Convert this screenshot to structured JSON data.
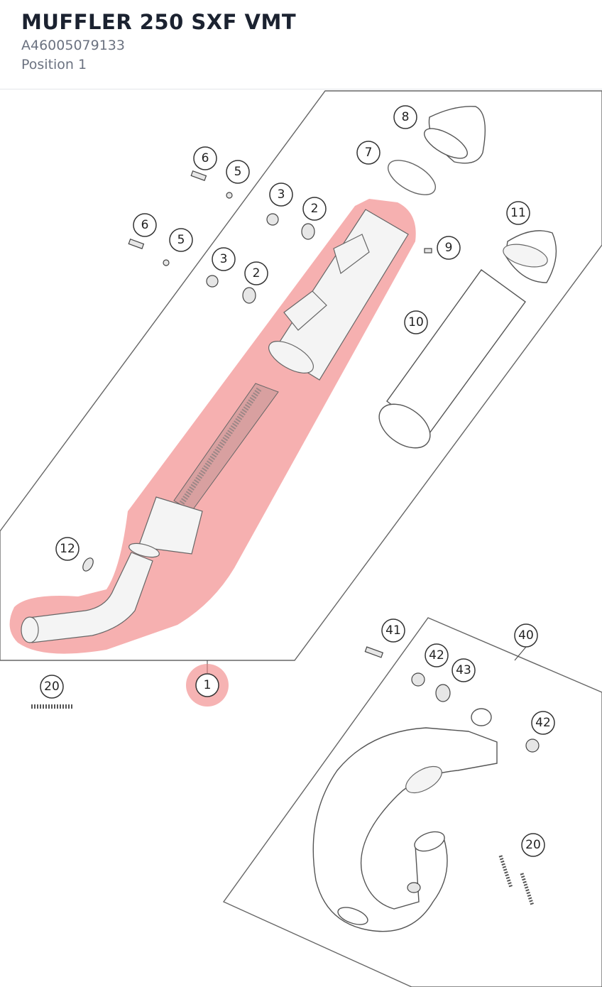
{
  "header": {
    "title": "MUFFLER 250 SXF VMT",
    "part_number": "A46005079133",
    "position": "Position 1"
  },
  "colors": {
    "title": "#1b2230",
    "subtitle": "#6b7280",
    "highlight": "#f08080"
  },
  "selected_callout": "1",
  "callouts": {
    "c1": "1",
    "c2a": "2",
    "c2b": "2",
    "c3a": "3",
    "c3b": "3",
    "c5a": "5",
    "c5b": "5",
    "c6a": "6",
    "c6b": "6",
    "c7": "7",
    "c8": "8",
    "c9": "9",
    "c10": "10",
    "c11": "11",
    "c12": "12",
    "c20a": "20",
    "c20b": "20",
    "c40": "40",
    "c41": "41",
    "c42a": "42",
    "c42b": "42",
    "c43": "43"
  }
}
